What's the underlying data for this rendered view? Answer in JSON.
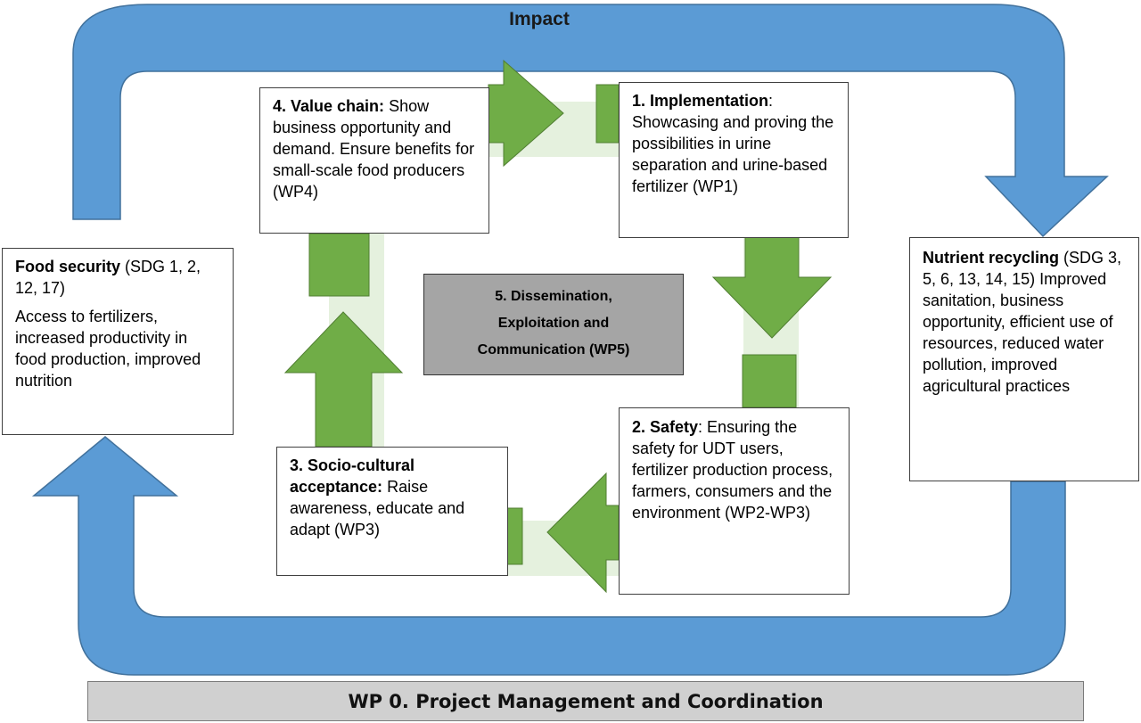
{
  "diagram": {
    "impact_label": "Impact",
    "value_chain": {
      "title": "4. Value chain:",
      "text": " Show business opportunity and demand. Ensure benefits for small-scale food producers (WP4)"
    },
    "implementation": {
      "title": "1. Implementation",
      "text": ": Showcasing and proving the possibilities in urine separation and urine-based fertilizer (WP1)"
    },
    "safety": {
      "title": "2. Safety",
      "text": ": Ensuring the safety for UDT users, fertilizer production process, farmers, consumers and the environment (WP2-WP3)"
    },
    "socio_cultural": {
      "title": "3. Socio-cultural acceptance:",
      "text": " Raise awareness, educate and adapt (WP3)"
    },
    "dissemination": {
      "line1": "5. Dissemination,",
      "line2": "Exploitation and",
      "line3": "Communication (WP5)"
    },
    "food_security": {
      "title": "Food security",
      "title_suffix": " (SDG 1, 2, 12, 17)",
      "text": "Access to fertilizers, increased productivity in food production, improved nutrition"
    },
    "nutrient_recycling": {
      "title": "Nutrient recycling",
      "text": " (SDG 3, 5, 6, 13, 14, 15) Improved sanitation, business opportunity, efficient use of resources, reduced water pollution, improved agricultural practices"
    },
    "wp0_label": "WP 0. Project Management and Coordination",
    "colors": {
      "blue_arrow": "#5b9bd5",
      "blue_arrow_edge": "#41719c",
      "green_arrow": "#70ad47",
      "green_arrow_edge": "#507e32",
      "light_green_loop": "#e2efda",
      "grey_box": "#a5a5a5",
      "wp0_bar": "#d0d0d0"
    },
    "icons": []
  }
}
